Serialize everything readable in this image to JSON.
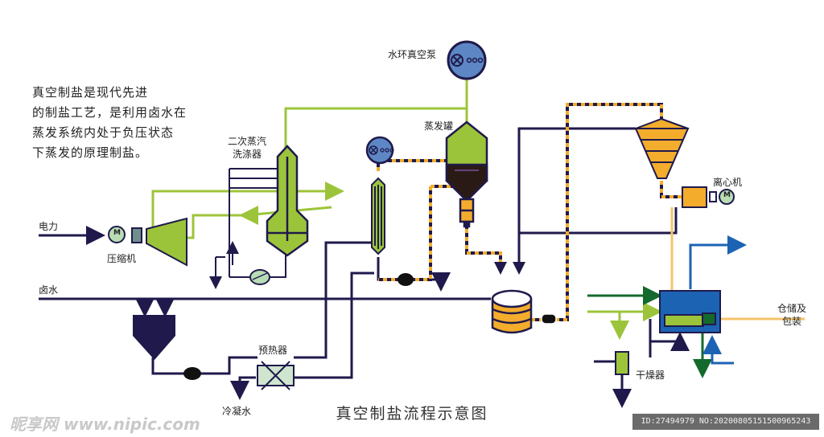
{
  "intro_text": "真空制盐是现代先进\n的制盐工艺，是利用卤水在\n蒸发系统内处于负压状态\n下蒸发的原理制盐。",
  "labels": {
    "water_ring_pump": "水环真空泵",
    "evaporator_tank": "蒸发罐",
    "secondary_steam_washer": "二次蒸汽\n洗涤器",
    "electric_power": "电力",
    "compressor": "压缩机",
    "brine": "卤水",
    "preheater": "预热器",
    "condensate": "冷凝水",
    "centrifuge": "离心机",
    "storage_packaging": "仓储及\n包装",
    "dryer": "干燥器",
    "motor_letter": "M"
  },
  "title": "真空制盐流程示意图",
  "watermark": "昵享网 www.nipic.com",
  "image_id_bar": "ID:27494979 NO:20200805151500965243",
  "colors": {
    "green_line": "#9cc43a",
    "navy_line": "#1f1a4b",
    "orange_fill": "#f3ac2c",
    "blue_vessel": "#1c63b4",
    "dark_green": "#146a2c",
    "light_orange": "#f5c36a",
    "motor_fill": "#b9dcb4",
    "pump_fill": "#5d87c4"
  }
}
